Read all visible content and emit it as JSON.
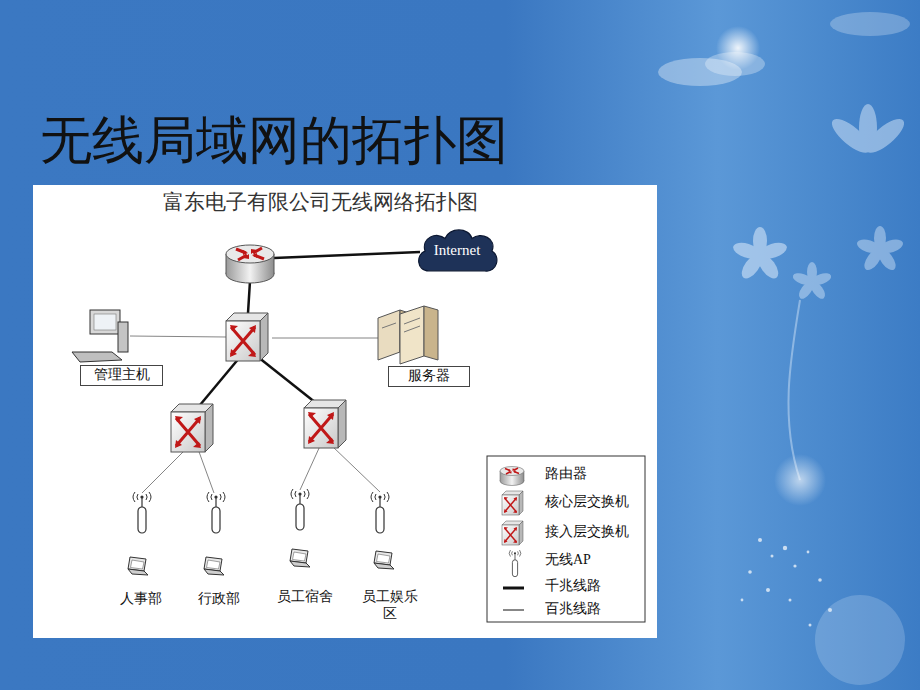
{
  "diagram": {
    "title": "无线局域网的拓扑图",
    "nodes": [
      {
        "text": [
          "Internet"
        ]
      },
      {
        "text": [
          "管理主机"
        ]
      },
      {
        "text": [
          "服务器"
        ]
      }
    ],
    "labels": [
      "富东电子有限公司无线网络拓扑图",
      "人事部",
      "行政部",
      "员工宿舍",
      "员工娱乐区"
    ],
    "legend": [
      {
        "text": "路由器"
      },
      {
        "text": "核心层交换机"
      },
      {
        "text": "接入层交换机"
      },
      {
        "text": "无线AP"
      },
      {
        "text": "千兆线路"
      },
      {
        "text": "百兆线路"
      }
    ]
  }
}
